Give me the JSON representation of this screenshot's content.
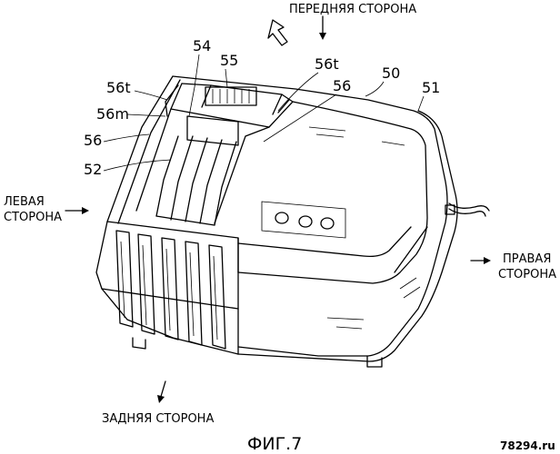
{
  "directions": {
    "front": "ПЕРЕДНЯЯ СТОРОНА",
    "left_line1": "ЛЕВАЯ",
    "left_line2": "СТОРОНА",
    "right_line1": "ПРАВАЯ",
    "right_line2": "СТОРОНА",
    "rear": "ЗАДНЯЯ СТОРОНА"
  },
  "reference_numerals": {
    "r54": "54",
    "r55": "55",
    "r56t_left": "56t",
    "r56t_right": "56t",
    "r56_right": "56",
    "r50": "50",
    "r51": "51",
    "r56m": "56m",
    "r56_left": "56",
    "r52": "52"
  },
  "figure_label": "ФИГ.7",
  "watermark": "78294.ru"
}
